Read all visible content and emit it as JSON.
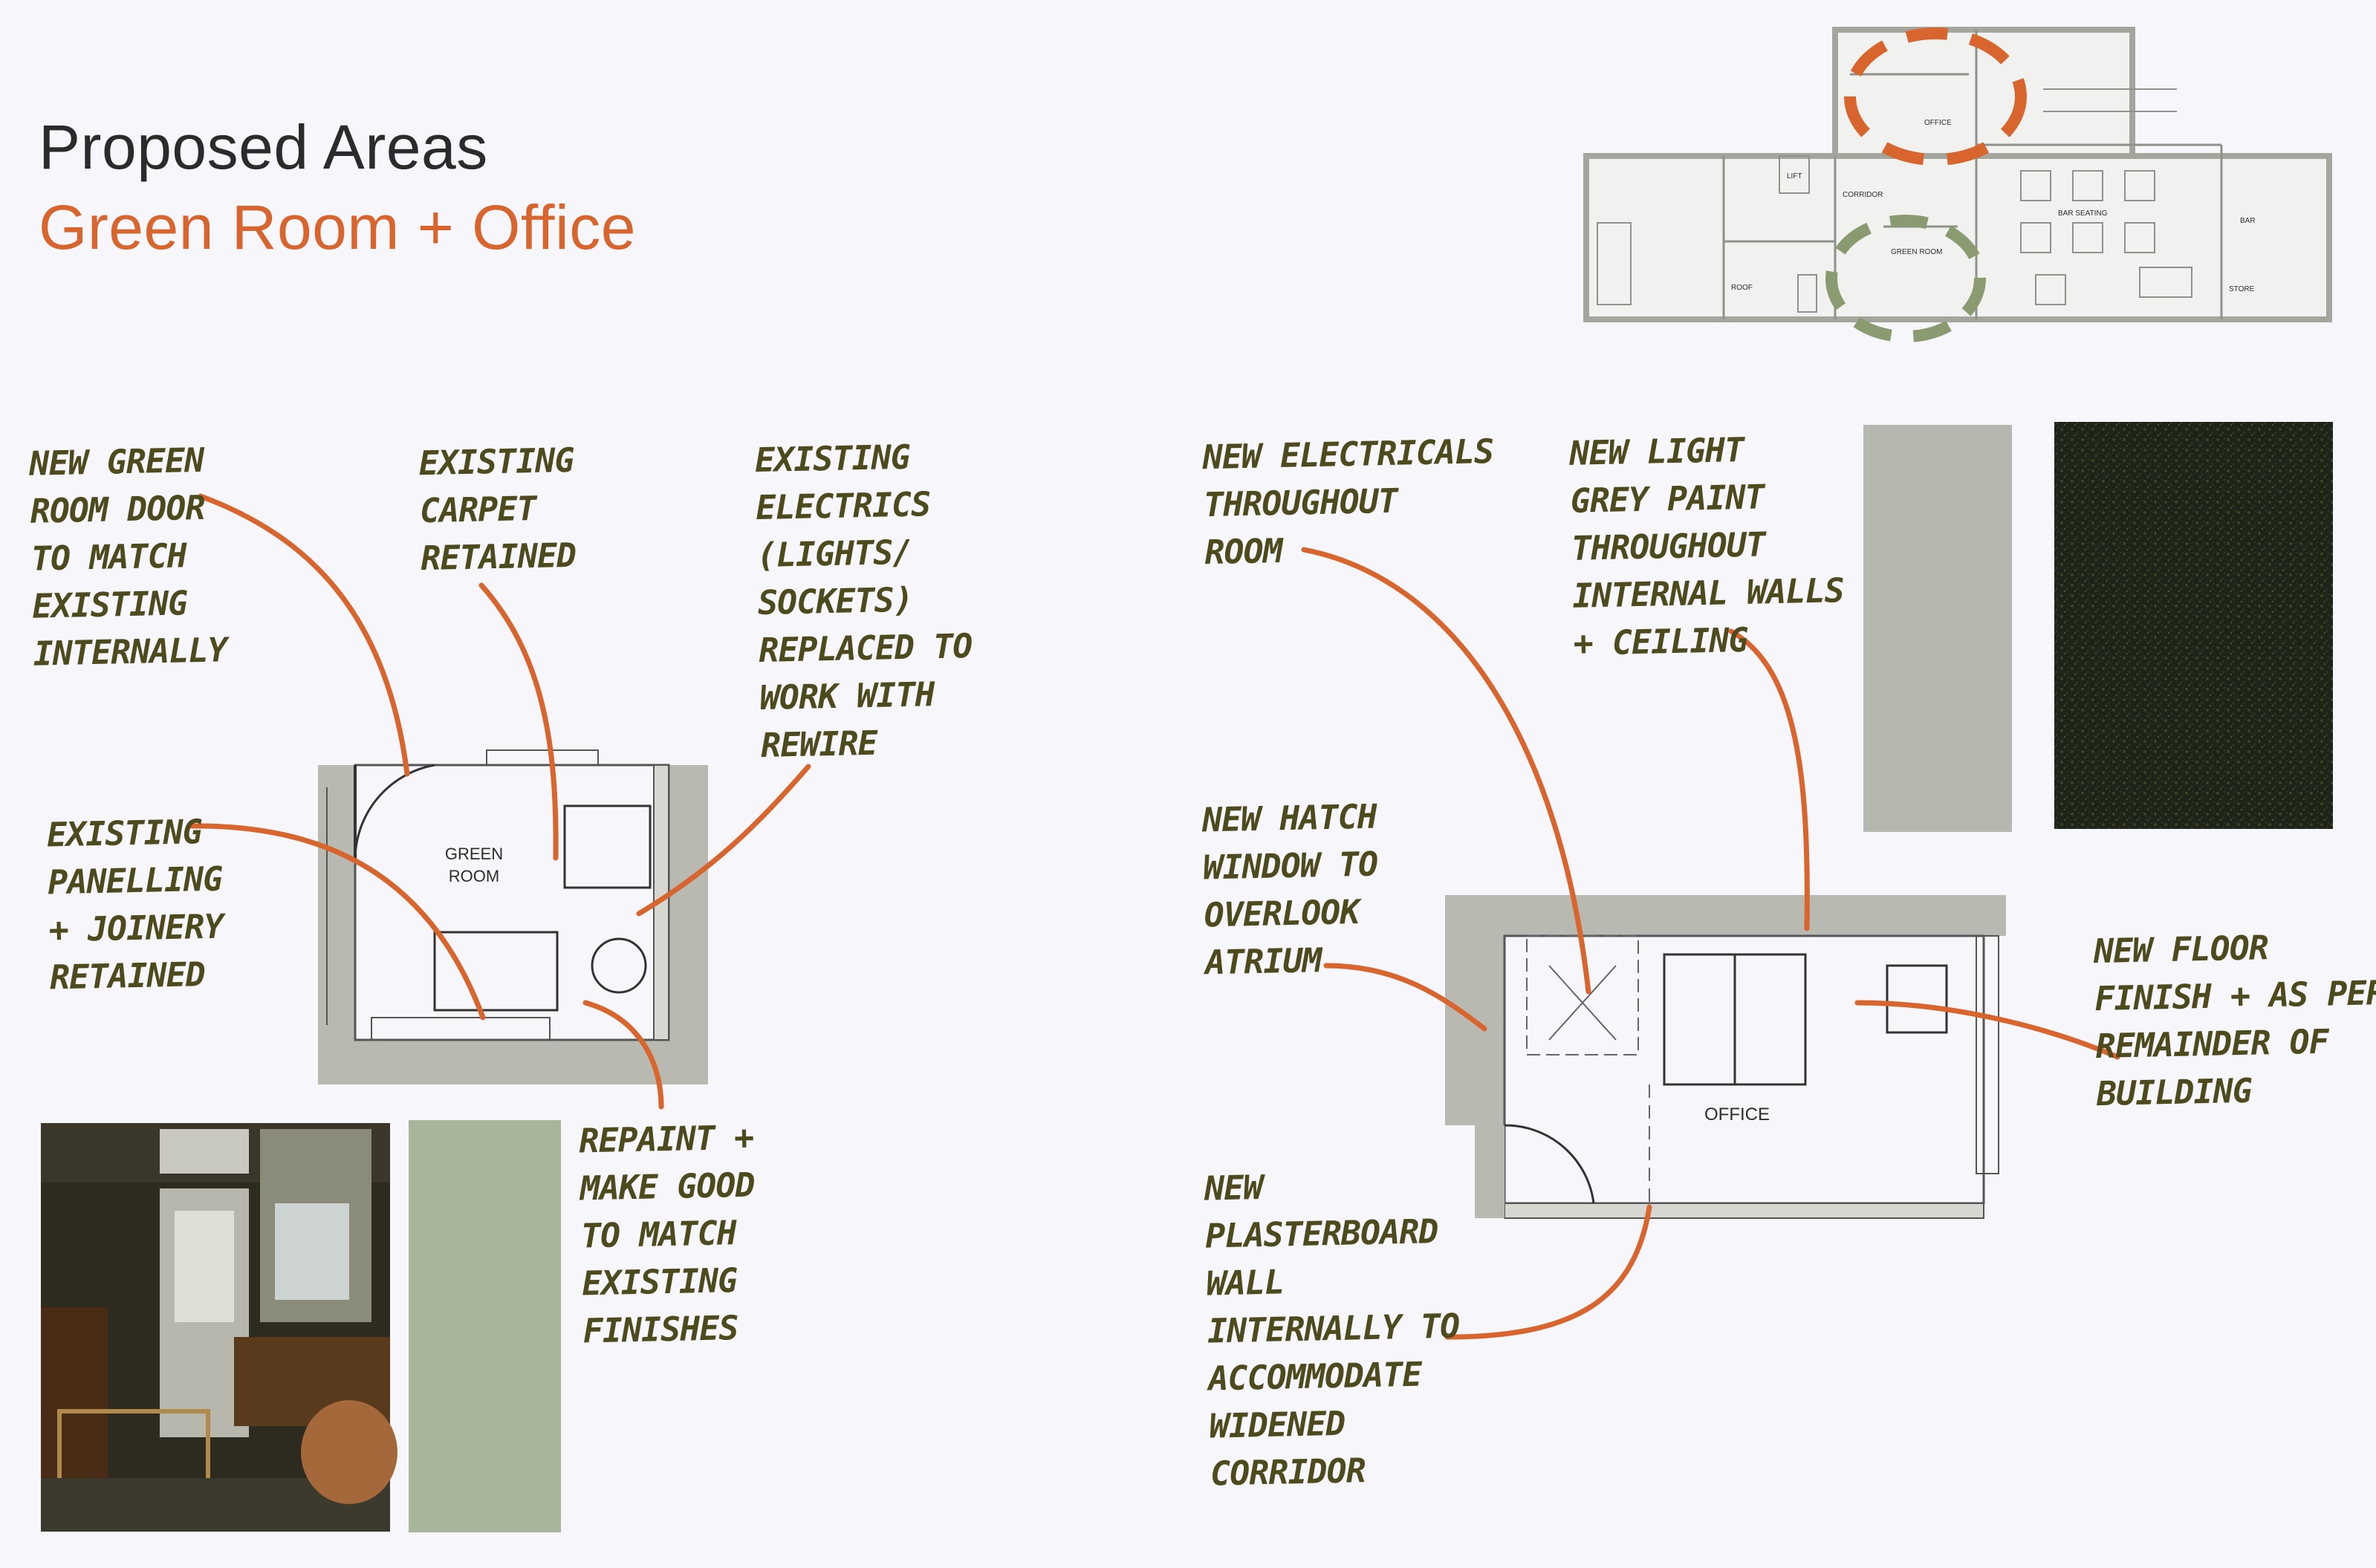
{
  "header": {
    "title": "Proposed Areas",
    "subtitle": "Green Room + Office"
  },
  "colors": {
    "accent_orange": "#d9652e",
    "annotation_ink": "#4d4a1e",
    "wall_grey": "#b5b7ae",
    "sage_swatch": "#a9b59a",
    "grey_swatch": "#b4b8ae",
    "carpet_swatch": "#23281a",
    "green_highlight": "#8a9b72"
  },
  "key_plan": {
    "labels": {
      "office": "OFFICE",
      "corridor": "CORRIDOR",
      "lift": "LIFT",
      "green_room": "GREEN ROOM",
      "roof": "ROOF",
      "bar_seating": "BAR SEATING",
      "bar": "BAR",
      "store": "STORE"
    }
  },
  "green_room_plan": {
    "room_label_line1": "GREEN",
    "room_label_line2": "ROOM"
  },
  "office_plan": {
    "room_label": "OFFICE"
  },
  "annotations": {
    "green_room": {
      "door": "NEW GREEN\nROOM DOOR\nTO MATCH\nEXISTING\nINTERNALLY",
      "carpet": "EXISTING\nCARPET\nRETAINED",
      "electrics": "EXISTING\nELECTRICS\n(LIGHTS/\nSOCKETS)\nREPLACED TO\nWORK WITH\nREWIRE",
      "panelling": "EXISTING\nPANELLING\n+ JOINERY\nRETAINED",
      "repaint": "REPAINT +\nMAKE GOOD\nTO MATCH\nEXISTING\nFINISHES"
    },
    "office": {
      "electricals": "NEW ELECTRICALS\nTHROUGHOUT\nROOM",
      "paint": "NEW LIGHT\nGREY PAINT\nTHROUGHOUT\nINTERNAL WALLS\n+ CEILING",
      "hatch": "NEW HATCH\nWINDOW TO\nOVERLOOK\nATRIUM",
      "floor": "NEW FLOOR\nFINISH + AS PER\nREMAINDER OF\nBUILDING",
      "wall": "NEW\nPLASTERBOARD\nWALL\nINTERNALLY TO\nACCOMMODATE\nWIDENED\nCORRIDOR"
    }
  }
}
